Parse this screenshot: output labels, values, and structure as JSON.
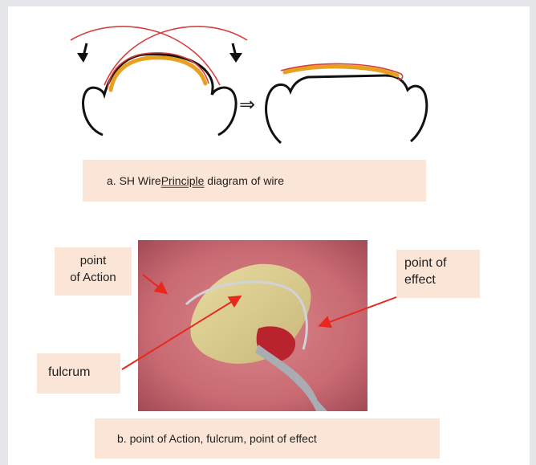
{
  "diagram": {
    "caption_a": {
      "prefix": "a. SH Wire ",
      "underlined": "Principle",
      "suffix": " diagram of wire"
    },
    "implies_symbol": "⇒",
    "labels": {
      "point_of_action_line1": "point",
      "point_of_action_line2": "of Action",
      "point_of_effect_line1": "point of",
      "point_of_effect_line2": "effect",
      "fulcrum": "fulcrum"
    },
    "caption_b": "b. point of Action, fulcrum, point of effect"
  },
  "colors": {
    "caption_bg": "#fbe5d6",
    "arrow_red": "#e8281c",
    "wire_orange": "#e8a020",
    "wire_outline": "#d84040"
  }
}
